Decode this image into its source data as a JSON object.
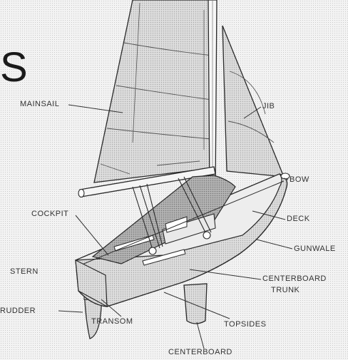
{
  "partial_title": "S",
  "labels": {
    "mainsail": "MAINSAIL",
    "jib": "JIB",
    "bow": "BOW",
    "deck": "DECK",
    "gunwale": "GUNWALE",
    "cockpit": "COCKPIT",
    "stern": "STERN",
    "centerboard_trunk_1": "CENTERBOARD",
    "centerboard_trunk_2": "TRUNK",
    "rudder": "RUDDER",
    "topsides": "TOPSIDES",
    "transom": "TRANSOM",
    "centerboard": "CENTERBOARD"
  },
  "colors": {
    "line": "#2a2a2a",
    "sail": "#e6e6e6",
    "sail_shade": "#cfcfcf",
    "hull": "#dcdcdc",
    "deck": "#ececec",
    "interior": "#9a9a9a"
  }
}
